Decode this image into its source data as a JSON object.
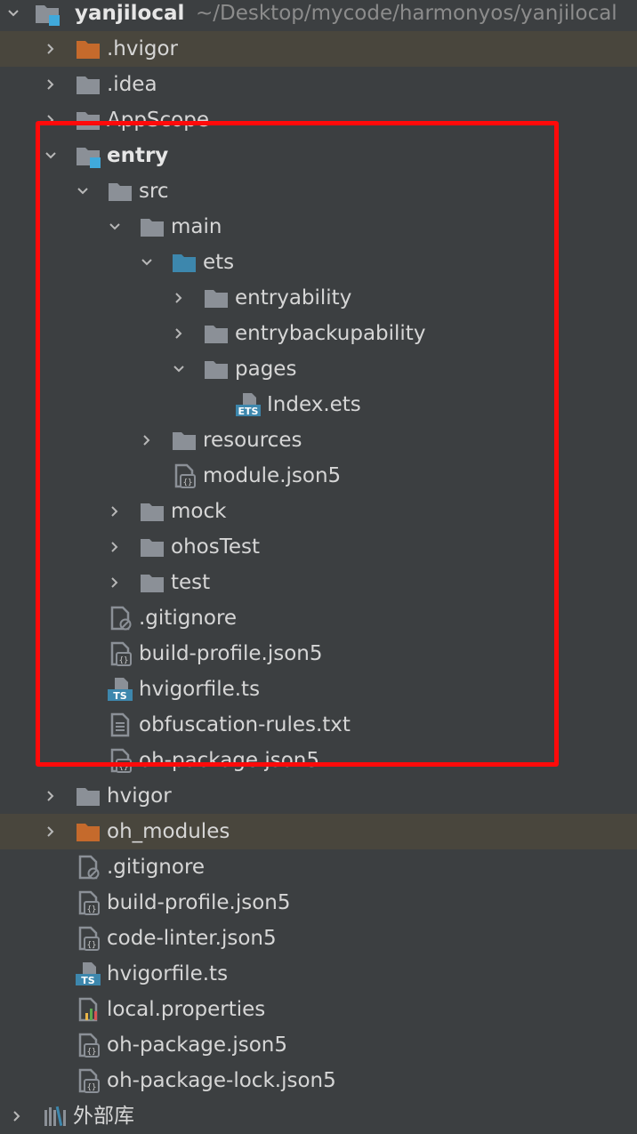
{
  "project": {
    "name": "yanjilocal",
    "path": "~/Desktop/mycode/harmonyos/yanjilocal"
  },
  "tree": [
    {
      "label": ".hvigor",
      "icon": "folder-orange-icon",
      "type": "folder-excluded",
      "depth": 1,
      "expanded": false
    },
    {
      "label": ".idea",
      "icon": "folder-icon",
      "type": "folder",
      "depth": 1,
      "expanded": false
    },
    {
      "label": "AppScope",
      "icon": "folder-icon",
      "type": "folder",
      "depth": 1,
      "expanded": false
    },
    {
      "label": "entry",
      "icon": "module-folder-icon",
      "type": "module",
      "depth": 1,
      "expanded": true
    },
    {
      "label": "src",
      "icon": "folder-icon",
      "type": "folder",
      "depth": 2,
      "expanded": true
    },
    {
      "label": "main",
      "icon": "folder-icon",
      "type": "folder",
      "depth": 3,
      "expanded": true
    },
    {
      "label": "ets",
      "icon": "folder-blue-icon",
      "type": "source-folder",
      "depth": 4,
      "expanded": true
    },
    {
      "label": "entryability",
      "icon": "folder-icon",
      "type": "folder",
      "depth": 5,
      "expanded": false
    },
    {
      "label": "entrybackupability",
      "icon": "folder-icon",
      "type": "folder",
      "depth": 5,
      "expanded": false
    },
    {
      "label": "pages",
      "icon": "folder-icon",
      "type": "folder",
      "depth": 5,
      "expanded": true
    },
    {
      "label": "Index.ets",
      "icon": "ets-file-icon",
      "type": "file",
      "depth": 6
    },
    {
      "label": "resources",
      "icon": "folder-icon",
      "type": "folder",
      "depth": 4,
      "expanded": false
    },
    {
      "label": "module.json5",
      "icon": "json5-file-icon",
      "type": "file",
      "depth": 4
    },
    {
      "label": "mock",
      "icon": "folder-icon",
      "type": "folder",
      "depth": 3,
      "expanded": false
    },
    {
      "label": "ohosTest",
      "icon": "folder-icon",
      "type": "folder",
      "depth": 3,
      "expanded": false
    },
    {
      "label": "test",
      "icon": "folder-icon",
      "type": "folder",
      "depth": 3,
      "expanded": false
    },
    {
      "label": ".gitignore",
      "icon": "gitignore-file-icon",
      "type": "file",
      "depth": 2
    },
    {
      "label": "build-profile.json5",
      "icon": "json5-file-icon",
      "type": "file",
      "depth": 2
    },
    {
      "label": "hvigorfile.ts",
      "icon": "ts-file-icon",
      "type": "file",
      "depth": 2
    },
    {
      "label": "obfuscation-rules.txt",
      "icon": "text-file-icon",
      "type": "file",
      "depth": 2
    },
    {
      "label": "oh-package.json5",
      "icon": "json5-file-icon",
      "type": "file",
      "depth": 2
    },
    {
      "label": "hvigor",
      "icon": "folder-icon",
      "type": "folder",
      "depth": 1,
      "expanded": false
    },
    {
      "label": "oh_modules",
      "icon": "folder-orange-icon",
      "type": "folder-excluded",
      "depth": 1,
      "expanded": false
    },
    {
      "label": ".gitignore",
      "icon": "gitignore-file-icon",
      "type": "file",
      "depth": 1
    },
    {
      "label": "build-profile.json5",
      "icon": "json5-file-icon",
      "type": "file",
      "depth": 1
    },
    {
      "label": "code-linter.json5",
      "icon": "json5-file-icon",
      "type": "file",
      "depth": 1
    },
    {
      "label": "hvigorfile.ts",
      "icon": "ts-file-icon",
      "type": "file",
      "depth": 1
    },
    {
      "label": "local.properties",
      "icon": "properties-file-icon",
      "type": "file",
      "depth": 1
    },
    {
      "label": "oh-package.json5",
      "icon": "json5-file-icon",
      "type": "file",
      "depth": 1
    },
    {
      "label": "oh-package-lock.json5",
      "icon": "json5-file-icon",
      "type": "file",
      "depth": 1
    },
    {
      "label": "外部库",
      "icon": "library-icon",
      "type": "library",
      "depth": 0,
      "expanded": false
    }
  ],
  "icon_labels": {
    "ets": "ETS",
    "ts": "TS"
  },
  "colors": {
    "folder": "#8b9097",
    "folder_orange": "#c56a2c",
    "folder_blue": "#3d87ad",
    "module_badge": "#40a9db",
    "highlight": "#ff0a0a",
    "excluded_row": "#49463d"
  }
}
